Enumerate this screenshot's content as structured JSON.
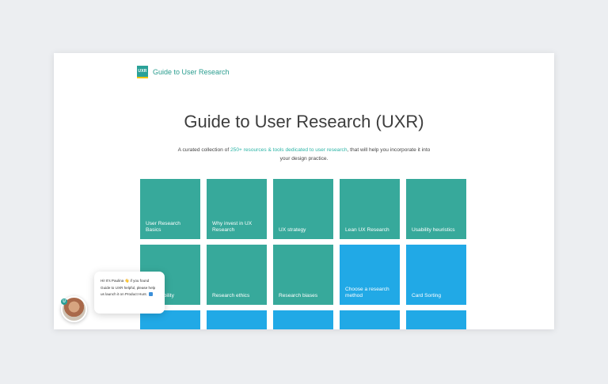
{
  "brand": {
    "logo_text": "UXR",
    "name": "Guide to User Research"
  },
  "hero": {
    "title": "Guide to User Research (UXR)",
    "subtitle_before": "A curated collection of ",
    "subtitle_link": "250+ resources & tools dedicated to user research",
    "subtitle_after": ", that will help you incorporate it into your design practice."
  },
  "tiles": [
    {
      "label": "User Research Basics",
      "color": "#37a99b"
    },
    {
      "label": "Why invest in UX Research",
      "color": "#37a99b"
    },
    {
      "label": "UX strategy",
      "color": "#37a99b"
    },
    {
      "label": "Lean UX Research",
      "color": "#37a99b"
    },
    {
      "label": "Usability heuristics",
      "color": "#37a99b"
    },
    {
      "label": "Accessibility",
      "color": "#37a99b"
    },
    {
      "label": "Research ethics",
      "color": "#37a99b"
    },
    {
      "label": "Research biases",
      "color": "#37a99b"
    },
    {
      "label": "Choose a research method",
      "color": "#21a9e6"
    },
    {
      "label": "Card Sorting",
      "color": "#21a9e6"
    },
    {
      "label": "",
      "color": "#21a9e6"
    },
    {
      "label": "",
      "color": "#21a9e6"
    },
    {
      "label": "",
      "color": "#21a9e6"
    },
    {
      "label": "",
      "color": "#21a9e6"
    },
    {
      "label": "",
      "color": "#21a9e6"
    }
  ],
  "chat": {
    "badge": "U",
    "message": "Hi! It's Paulina 👋 if you found Guide to UXR helpful, please help us launch it on Product Hunt."
  },
  "colors": {
    "teal": "#37a99b",
    "blue": "#21a9e6",
    "accent": "#2bb4a6"
  }
}
